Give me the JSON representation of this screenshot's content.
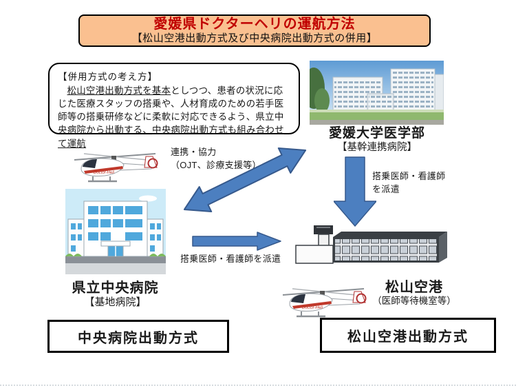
{
  "title": {
    "main": "愛媛県ドクターヘリの運航方法",
    "sub": "【松山空港出動方式及び中央病院出動方式の併用】"
  },
  "note": {
    "heading": "【併用方式の考え方】",
    "underline1": "松山空港出動方式を基本",
    "middle": "としつつ、患者の状況に応じた医療スタッフの搭乗や、人材育成のための若手医師等の搭乗研修などに柔軟に対応できるよう、県立中央病院から出動する、",
    "underline2": "中央病院出動方式も組み合わせて運航"
  },
  "nodes": {
    "university": {
      "name": "愛媛大学医学部",
      "role": "【基幹連携病院】"
    },
    "central_hospital": {
      "name": "県立中央病院",
      "role": "【基地病院】"
    },
    "airport": {
      "name": "松山空港",
      "role": "（医師等待機室等）"
    }
  },
  "labels": {
    "cooperation_line1": "連携・協力",
    "cooperation_line2": "（OJT、診療支援等）",
    "dispatch_to_airport": "搭乗医師・看護師を派遣",
    "dispatch_down_line1": "搭乗医師・看護師",
    "dispatch_down_line2": "を派遣"
  },
  "method_boxes": {
    "central_hospital": "中央病院出動方式",
    "airport": "松山空港出動方式"
  },
  "colors": {
    "title_bg": "#FAC090",
    "title_text": "#C00000",
    "arrow_fill": "#4C7FC0",
    "arrow_outline": "#36598C"
  }
}
